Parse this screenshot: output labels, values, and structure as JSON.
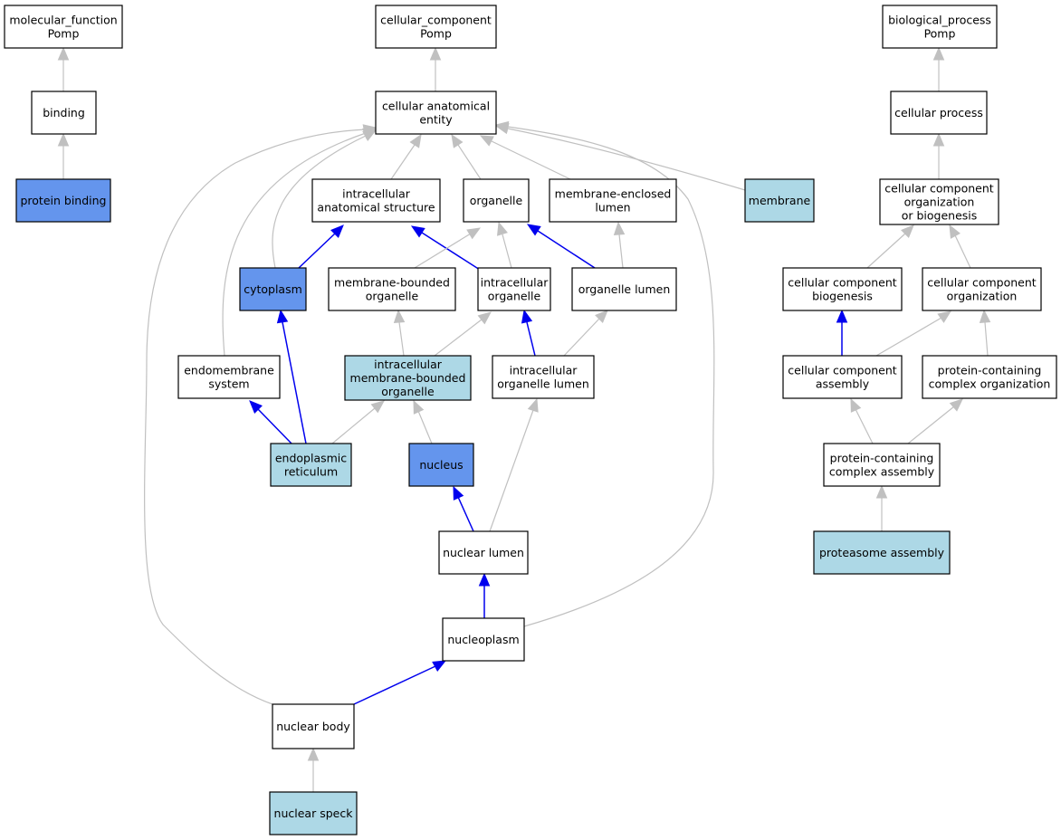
{
  "colors": {
    "plain": "#ffffff",
    "light_blue": "#add8e6",
    "cornflower": "#6495ed",
    "edge_gray": "#c0c0c0",
    "edge_blue": "#0000ee"
  },
  "nodes": [
    {
      "id": "molecular_function",
      "lines": [
        "molecular_function",
        "Pomp"
      ],
      "fill": "plain"
    },
    {
      "id": "cellular_component",
      "lines": [
        "cellular_component",
        "Pomp"
      ],
      "fill": "plain"
    },
    {
      "id": "biological_process",
      "lines": [
        "biological_process",
        "Pomp"
      ],
      "fill": "plain"
    },
    {
      "id": "binding",
      "lines": [
        "binding"
      ],
      "fill": "plain"
    },
    {
      "id": "cellular_anatomical_entity",
      "lines": [
        "cellular anatomical",
        "entity"
      ],
      "fill": "plain"
    },
    {
      "id": "cellular_process",
      "lines": [
        "cellular process"
      ],
      "fill": "plain"
    },
    {
      "id": "protein_binding",
      "lines": [
        "protein binding"
      ],
      "fill": "cornflower"
    },
    {
      "id": "intracellular_anatomical_structure",
      "lines": [
        "intracellular",
        "anatomical structure"
      ],
      "fill": "plain"
    },
    {
      "id": "organelle",
      "lines": [
        "organelle"
      ],
      "fill": "plain"
    },
    {
      "id": "membrane_enclosed_lumen",
      "lines": [
        "membrane-enclosed",
        "lumen"
      ],
      "fill": "plain"
    },
    {
      "id": "membrane",
      "lines": [
        "membrane"
      ],
      "fill": "light_blue"
    },
    {
      "id": "ccob",
      "lines": [
        "cellular component",
        "organization",
        "or biogenesis"
      ],
      "fill": "plain"
    },
    {
      "id": "cytoplasm",
      "lines": [
        "cytoplasm"
      ],
      "fill": "cornflower"
    },
    {
      "id": "membrane_bounded_organelle",
      "lines": [
        "membrane-bounded",
        "organelle"
      ],
      "fill": "plain"
    },
    {
      "id": "intracellular_organelle",
      "lines": [
        "intracellular",
        "organelle"
      ],
      "fill": "plain"
    },
    {
      "id": "organelle_lumen",
      "lines": [
        "organelle lumen"
      ],
      "fill": "plain"
    },
    {
      "id": "cc_biogenesis",
      "lines": [
        "cellular component",
        "biogenesis"
      ],
      "fill": "plain"
    },
    {
      "id": "cc_organization",
      "lines": [
        "cellular component",
        "organization"
      ],
      "fill": "plain"
    },
    {
      "id": "endomembrane_system",
      "lines": [
        "endomembrane",
        "system"
      ],
      "fill": "plain"
    },
    {
      "id": "imbo",
      "lines": [
        "intracellular",
        "membrane-bounded",
        "organelle"
      ],
      "fill": "light_blue"
    },
    {
      "id": "intracellular_organelle_lumen",
      "lines": [
        "intracellular",
        "organelle lumen"
      ],
      "fill": "plain"
    },
    {
      "id": "cc_assembly",
      "lines": [
        "cellular component",
        "assembly"
      ],
      "fill": "plain"
    },
    {
      "id": "pc_organization",
      "lines": [
        "protein-containing",
        "complex organization"
      ],
      "fill": "plain"
    },
    {
      "id": "endoplasmic_reticulum",
      "lines": [
        "endoplasmic",
        "reticulum"
      ],
      "fill": "light_blue"
    },
    {
      "id": "nucleus",
      "lines": [
        "nucleus"
      ],
      "fill": "cornflower"
    },
    {
      "id": "pc_assembly",
      "lines": [
        "protein-containing",
        "complex assembly"
      ],
      "fill": "plain"
    },
    {
      "id": "nuclear_lumen",
      "lines": [
        "nuclear lumen"
      ],
      "fill": "plain"
    },
    {
      "id": "proteasome_assembly",
      "lines": [
        "proteasome assembly"
      ],
      "fill": "light_blue"
    },
    {
      "id": "nucleoplasm",
      "lines": [
        "nucleoplasm"
      ],
      "fill": "plain"
    },
    {
      "id": "nuclear_body",
      "lines": [
        "nuclear body"
      ],
      "fill": "plain"
    },
    {
      "id": "nuclear_speck",
      "lines": [
        "nuclear speck"
      ],
      "fill": "light_blue"
    }
  ],
  "edges": [
    {
      "from": "binding",
      "to": "molecular_function",
      "kind": "gray"
    },
    {
      "from": "protein_binding",
      "to": "binding",
      "kind": "gray"
    },
    {
      "from": "cellular_anatomical_entity",
      "to": "cellular_component",
      "kind": "gray"
    },
    {
      "from": "cellular_process",
      "to": "biological_process",
      "kind": "gray"
    },
    {
      "from": "ccob",
      "to": "cellular_process",
      "kind": "gray"
    },
    {
      "from": "intracellular_anatomical_structure",
      "to": "cellular_anatomical_entity",
      "kind": "gray"
    },
    {
      "from": "organelle",
      "to": "cellular_anatomical_entity",
      "kind": "gray"
    },
    {
      "from": "membrane_enclosed_lumen",
      "to": "cellular_anatomical_entity",
      "kind": "gray"
    },
    {
      "from": "membrane",
      "to": "cellular_anatomical_entity",
      "kind": "gray"
    },
    {
      "from": "cytoplasm",
      "to": "cellular_anatomical_entity",
      "kind": "gray"
    },
    {
      "from": "endomembrane_system",
      "to": "cellular_anatomical_entity",
      "kind": "gray"
    },
    {
      "from": "nucleoplasm",
      "to": "cellular_anatomical_entity",
      "kind": "gray"
    },
    {
      "from": "nuclear_body",
      "to": "cellular_anatomical_entity",
      "kind": "gray"
    },
    {
      "from": "cytoplasm",
      "to": "intracellular_anatomical_structure",
      "kind": "blue"
    },
    {
      "from": "intracellular_organelle",
      "to": "intracellular_anatomical_structure",
      "kind": "blue"
    },
    {
      "from": "membrane_bounded_organelle",
      "to": "organelle",
      "kind": "gray"
    },
    {
      "from": "intracellular_organelle",
      "to": "organelle",
      "kind": "gray"
    },
    {
      "from": "organelle_lumen",
      "to": "organelle",
      "kind": "blue"
    },
    {
      "from": "organelle_lumen",
      "to": "membrane_enclosed_lumen",
      "kind": "gray"
    },
    {
      "from": "cc_biogenesis",
      "to": "ccob",
      "kind": "gray"
    },
    {
      "from": "cc_organization",
      "to": "ccob",
      "kind": "gray"
    },
    {
      "from": "imbo",
      "to": "membrane_bounded_organelle",
      "kind": "gray"
    },
    {
      "from": "imbo",
      "to": "intracellular_organelle",
      "kind": "gray"
    },
    {
      "from": "intracellular_organelle_lumen",
      "to": "intracellular_organelle",
      "kind": "blue"
    },
    {
      "from": "intracellular_organelle_lumen",
      "to": "organelle_lumen",
      "kind": "gray"
    },
    {
      "from": "cc_assembly",
      "to": "cc_biogenesis",
      "kind": "blue"
    },
    {
      "from": "cc_assembly",
      "to": "cc_organization",
      "kind": "gray"
    },
    {
      "from": "pc_organization",
      "to": "cc_organization",
      "kind": "gray"
    },
    {
      "from": "endoplasmic_reticulum",
      "to": "endomembrane_system",
      "kind": "blue"
    },
    {
      "from": "endoplasmic_reticulum",
      "to": "cytoplasm",
      "kind": "blue"
    },
    {
      "from": "endoplasmic_reticulum",
      "to": "imbo",
      "kind": "gray"
    },
    {
      "from": "nucleus",
      "to": "imbo",
      "kind": "gray"
    },
    {
      "from": "pc_assembly",
      "to": "cc_assembly",
      "kind": "gray"
    },
    {
      "from": "pc_assembly",
      "to": "pc_organization",
      "kind": "gray"
    },
    {
      "from": "nuclear_lumen",
      "to": "nucleus",
      "kind": "blue"
    },
    {
      "from": "nuclear_lumen",
      "to": "intracellular_organelle_lumen",
      "kind": "gray"
    },
    {
      "from": "proteasome_assembly",
      "to": "pc_assembly",
      "kind": "gray"
    },
    {
      "from": "nucleoplasm",
      "to": "nuclear_lumen",
      "kind": "blue"
    },
    {
      "from": "nuclear_body",
      "to": "nucleoplasm",
      "kind": "blue"
    },
    {
      "from": "nuclear_speck",
      "to": "nuclear_body",
      "kind": "gray"
    }
  ]
}
